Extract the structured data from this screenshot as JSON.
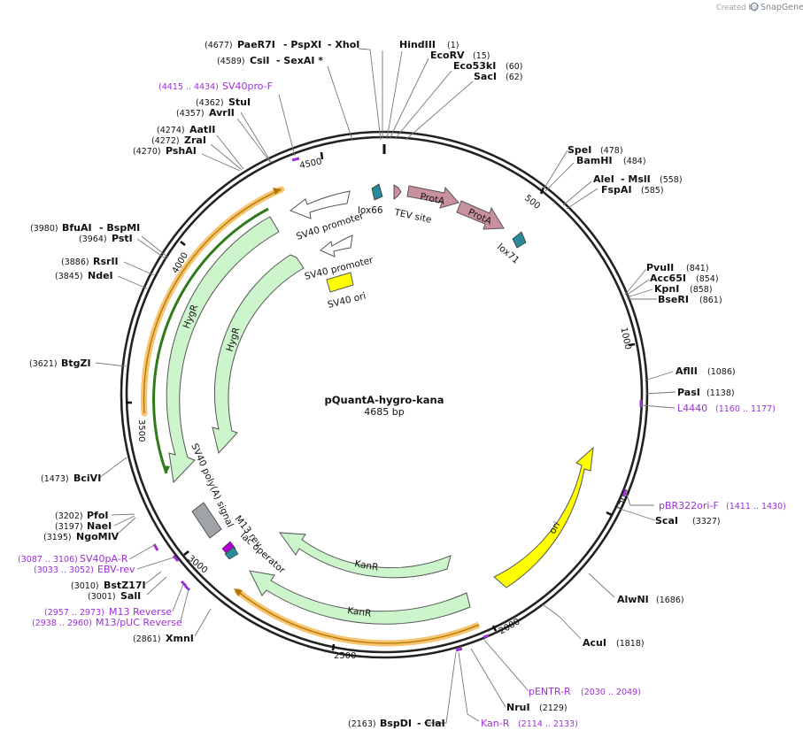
{
  "credit": {
    "prefix": "Created by",
    "brand": "SnapGene"
  },
  "plasmid": {
    "name": "pQuantA-hygro-kana",
    "size_label": "4685 bp"
  },
  "colors": {
    "primer": "#9b30d9",
    "green": "#ccf5cc",
    "yellow": "#ffff00",
    "pink": "#c9919e",
    "teal": "#2a8a9a",
    "orange": "#f7b955",
    "gray": "#a0a4a8"
  },
  "ticks": [
    {
      "label": "500"
    },
    {
      "label": "1000"
    },
    {
      "label": "1500"
    },
    {
      "label": "2000"
    },
    {
      "label": "2500"
    },
    {
      "label": "3000"
    },
    {
      "label": "3500"
    },
    {
      "label": "4000"
    },
    {
      "label": "4500"
    }
  ],
  "sites": [
    {
      "name": "PaeR7I",
      "pos": "(4677)",
      "extra": [
        "- PspXI",
        "- XhoI"
      ]
    },
    {
      "name": "CsiI",
      "pos": "(4589)",
      "extra": [
        "- SexAI *"
      ]
    },
    {
      "name": "HindIII",
      "pos": "(1)"
    },
    {
      "name": "EcoRV",
      "pos": "(15)"
    },
    {
      "name": "Eco53kI",
      "pos": "(60)"
    },
    {
      "name": "SacI",
      "pos": "(62)"
    },
    {
      "name": "StuI",
      "pos": "(4362)"
    },
    {
      "name": "AvrII",
      "pos": "(4357)"
    },
    {
      "name": "AatII",
      "pos": "(4274)"
    },
    {
      "name": "ZraI",
      "pos": "(4272)"
    },
    {
      "name": "PshAI",
      "pos": "(4270)"
    },
    {
      "name": "SpeI",
      "pos": "(478)"
    },
    {
      "name": "BamHI",
      "pos": "(484)"
    },
    {
      "name": "AleI",
      "pos": "(558)",
      "extra": [
        "- MslI"
      ]
    },
    {
      "name": "FspAI",
      "pos": "(585)"
    },
    {
      "name": "BfuAI",
      "pos": "(3980)",
      "extra": [
        "- BspMI"
      ]
    },
    {
      "name": "PstI",
      "pos": "(3964)"
    },
    {
      "name": "RsrII",
      "pos": "(3886)"
    },
    {
      "name": "NdeI",
      "pos": "(3845)"
    },
    {
      "name": "PvuII",
      "pos": "(841)"
    },
    {
      "name": "Acc65I",
      "pos": "(854)"
    },
    {
      "name": "KpnI",
      "pos": "(858)"
    },
    {
      "name": "BseRI",
      "pos": "(861)"
    },
    {
      "name": "BtgZI",
      "pos": "(3621)"
    },
    {
      "name": "AflII",
      "pos": "(1086)"
    },
    {
      "name": "PasI",
      "pos": "(1138)"
    },
    {
      "name": "ScaI",
      "pos": "(3327)"
    },
    {
      "name": "BciVI",
      "pos": "(1473)"
    },
    {
      "name": "PfoI",
      "pos": "(3202)"
    },
    {
      "name": "NaeI",
      "pos": "(3197)"
    },
    {
      "name": "NgoMIV",
      "pos": "(3195)"
    },
    {
      "name": "AlwNI",
      "pos": "(1686)"
    },
    {
      "name": "BstZ17I",
      "pos": "(3010)"
    },
    {
      "name": "SalI",
      "pos": "(3001)"
    },
    {
      "name": "AcuI",
      "pos": "(1818)"
    },
    {
      "name": "XmnI",
      "pos": "(2861)"
    },
    {
      "name": "NruI",
      "pos": "(2129)"
    },
    {
      "name": "BspDI",
      "pos": "(2163)",
      "extra": [
        "- ClaI"
      ]
    }
  ],
  "primers": [
    {
      "name": "SV40pro-F",
      "range": "(4415 .. 4434)"
    },
    {
      "name": "L4440",
      "range": "(1160 .. 1177)"
    },
    {
      "name": "pBR322ori-F",
      "range": "(1411 .. 1430)"
    },
    {
      "name": "SV40pA-R",
      "range": "(3087 .. 3106)"
    },
    {
      "name": "EBV-rev",
      "range": "(3033 .. 3052)"
    },
    {
      "name": "M13 Reverse",
      "range": "(2957 .. 2973)"
    },
    {
      "name": "M13/pUC Reverse",
      "range": "(2938 .. 2960)"
    },
    {
      "name": "pENTR-R",
      "range": "(2030 .. 2049)"
    },
    {
      "name": "Kan-R",
      "range": "(2114 .. 2133)"
    }
  ],
  "features": [
    {
      "label": "lox66"
    },
    {
      "label": "TEV site"
    },
    {
      "label": "ProtA"
    },
    {
      "label": "ProtA"
    },
    {
      "label": "lox71"
    },
    {
      "label": "SV40 promoter"
    },
    {
      "label": "SV40 promoter"
    },
    {
      "label": "SV40 ori"
    },
    {
      "label": "HygR"
    },
    {
      "label": "HygR"
    },
    {
      "label": "SV40 poly(A) signal"
    },
    {
      "label": "M13 rev"
    },
    {
      "label": "lac operator"
    },
    {
      "label": "KanR"
    },
    {
      "label": "KanR"
    },
    {
      "label": "ori"
    }
  ]
}
